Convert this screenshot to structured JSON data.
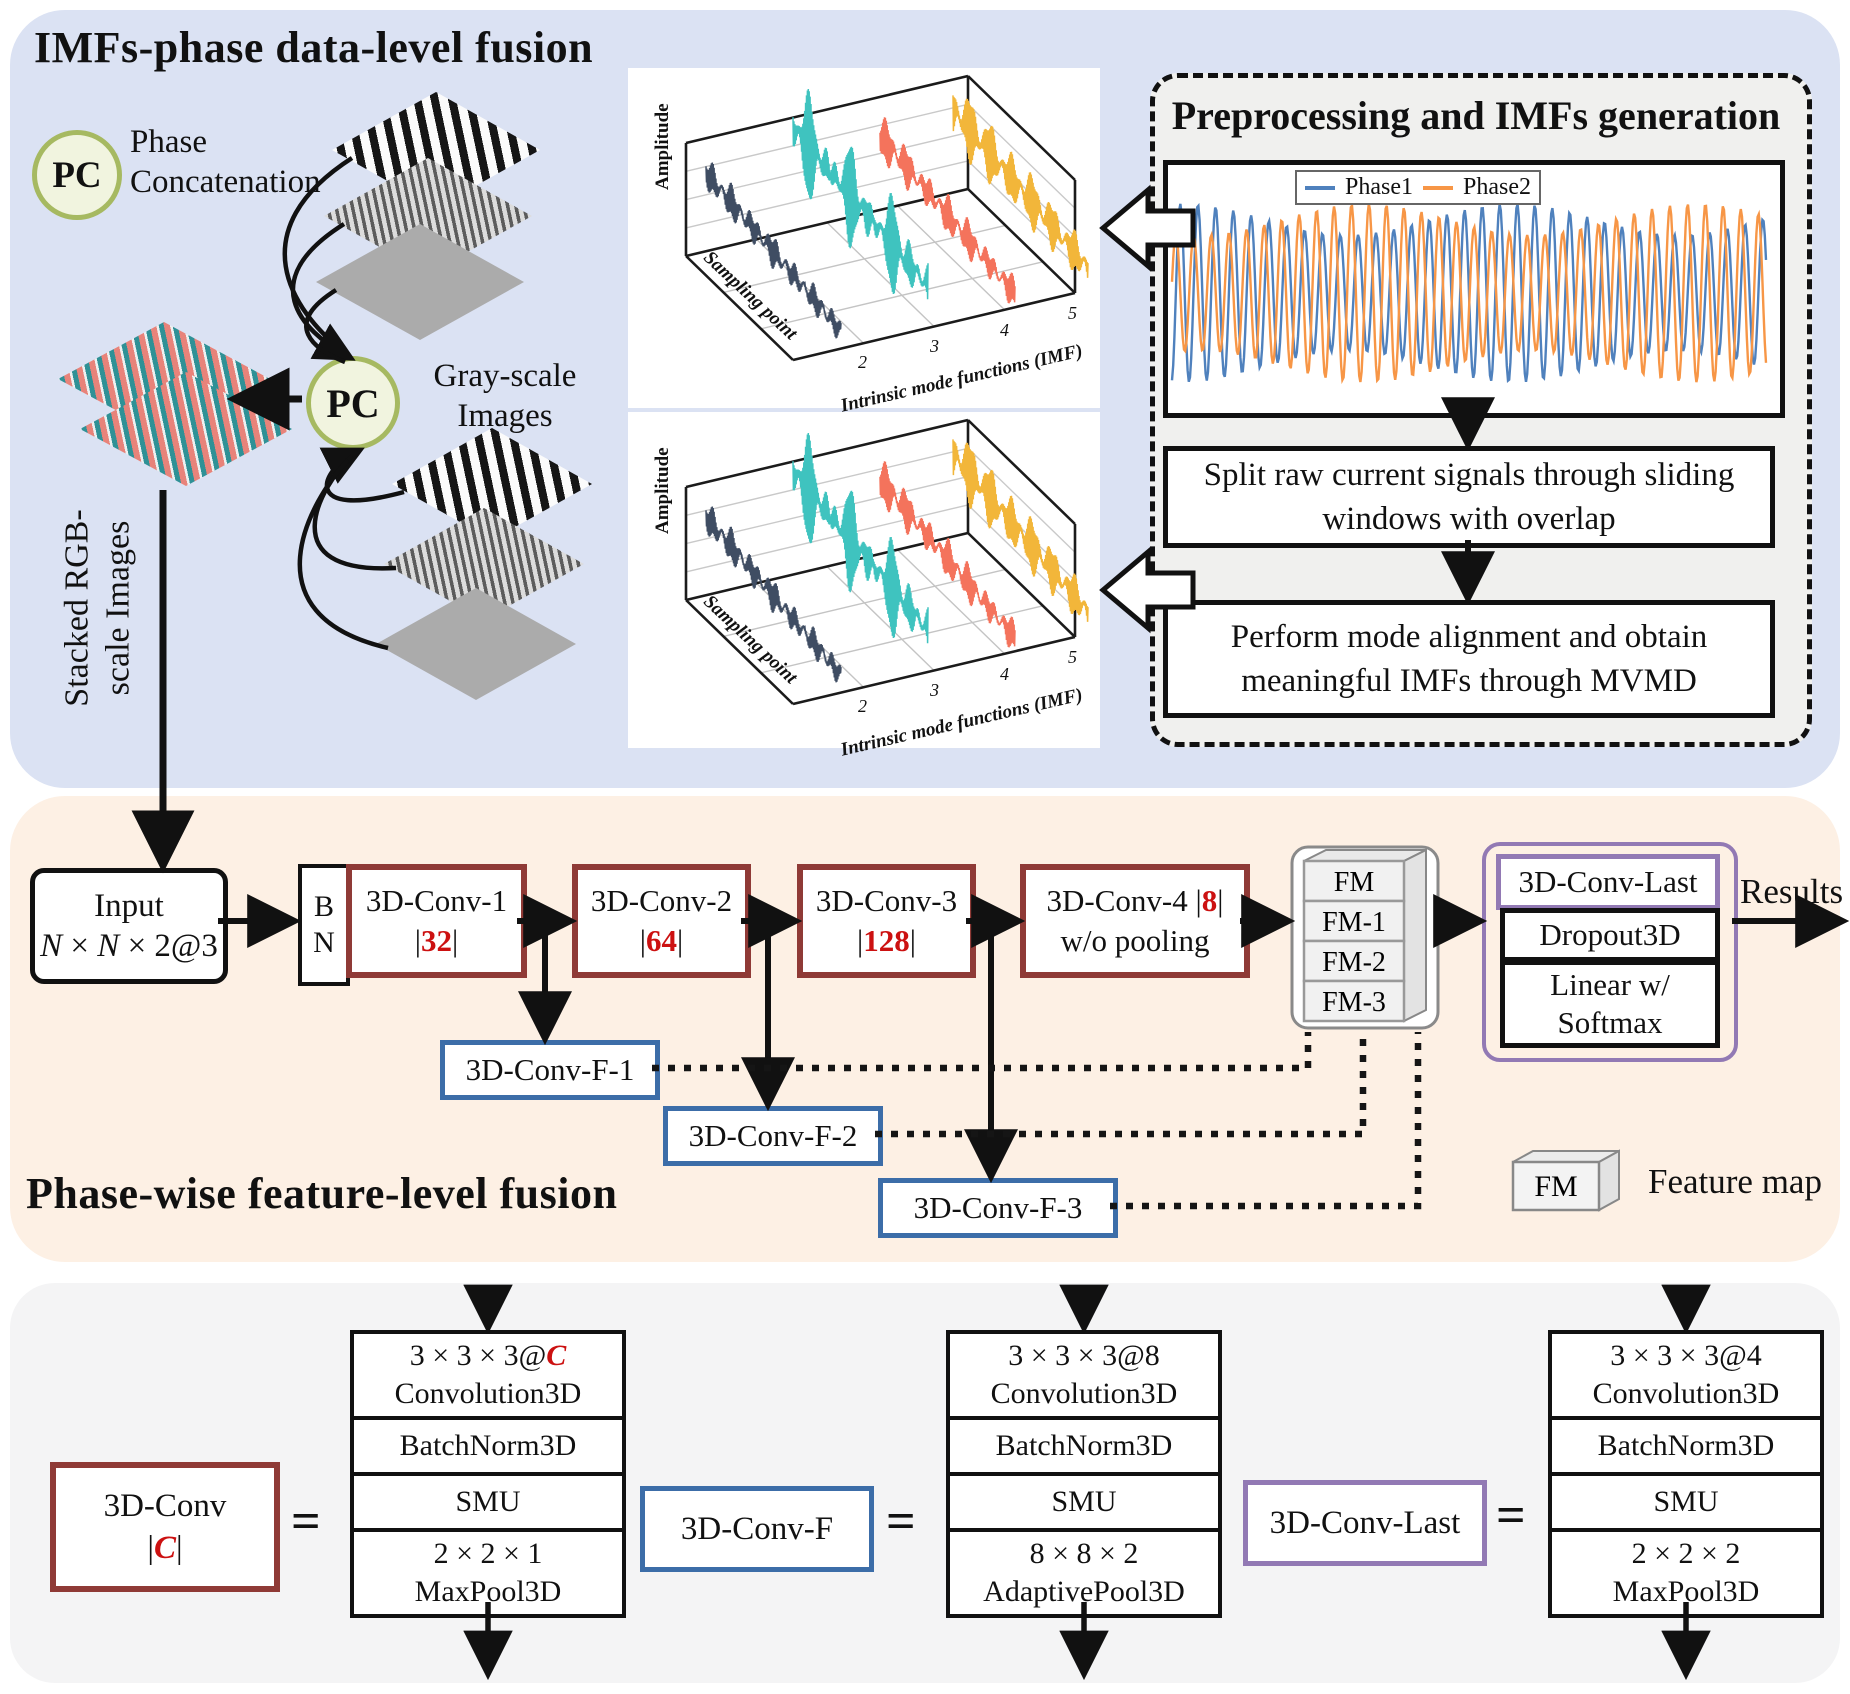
{
  "colors": {
    "panel_blue": "#dbe2f3",
    "panel_orange": "#fdf0e4",
    "panel_gray": "#f4f4f5",
    "conv_border": "#8f3a36",
    "fusion_border": "#3c6da8",
    "last_border": "#9279b4",
    "accent_red": "#cc1111",
    "pc_green": "#a6b961",
    "phase1": "#4f81bd",
    "phase2": "#f79646",
    "imf_series": [
      "#3f4d63",
      "#3fc3bf",
      "#f4735c",
      "#f2b63a"
    ]
  },
  "top": {
    "title": "IMFs-phase data-level fusion",
    "pc_legend": {
      "abbr": "PC",
      "label_lines": [
        "Phase",
        "Concatenation"
      ]
    },
    "pc_node": "PC",
    "gray_images_label": [
      "Gray-scale",
      "Images"
    ],
    "stacked_label": [
      "Stacked RGB-",
      "scale Images"
    ],
    "imf_plot": {
      "ylabel": "Amplitude",
      "xlabel": "Sampling point",
      "zlabel": "Intrinsic mode functions (IMF)",
      "ticks": [
        "2",
        "3",
        "4",
        "5"
      ]
    },
    "preprocessing": {
      "title": "Preprocessing and IMFs generation",
      "legend": [
        "Phase1",
        "Phase2"
      ],
      "step1": [
        "Split raw current signals through sliding",
        "windows with overlap"
      ],
      "step2": [
        "Perform mode alignment and obtain",
        "meaningful IMFs through MVMD"
      ]
    }
  },
  "pipeline": {
    "input_lines": [
      [
        {
          "t": "Input"
        }
      ],
      [
        {
          "t": "N",
          "i": 1
        },
        {
          "t": " × "
        },
        {
          "t": "N",
          "i": 1
        },
        {
          "t": " × 2@3"
        }
      ]
    ],
    "bn": [
      "B",
      "N"
    ],
    "convs": [
      {
        "lines": [
          [
            {
              "t": "3D-Conv-1"
            }
          ],
          [
            {
              "t": "|"
            },
            {
              "t": "32",
              "r": 1
            },
            {
              "t": "|"
            }
          ]
        ]
      },
      {
        "lines": [
          [
            {
              "t": "3D-Conv-2"
            }
          ],
          [
            {
              "t": "|"
            },
            {
              "t": "64",
              "r": 1
            },
            {
              "t": "|"
            }
          ]
        ]
      },
      {
        "lines": [
          [
            {
              "t": "3D-Conv-3"
            }
          ],
          [
            {
              "t": "|"
            },
            {
              "t": "128",
              "r": 1
            },
            {
              "t": "|"
            }
          ]
        ]
      },
      {
        "lines": [
          [
            {
              "t": "3D-Conv-4 |"
            },
            {
              "t": "8",
              "r": 1
            },
            {
              "t": "|"
            }
          ],
          [
            {
              "t": "w/o pooling"
            }
          ]
        ]
      }
    ],
    "f_boxes": [
      "3D-Conv-F-1",
      "3D-Conv-F-2",
      "3D-Conv-F-3"
    ],
    "fm": {
      "items": [
        "FM",
        "FM-1",
        "FM-2",
        "FM-3"
      ]
    },
    "last": {
      "conv_label": "3D-Conv-Last",
      "dropout": "Dropout3D",
      "linear_lines": [
        "Linear w/",
        "Softmax"
      ]
    },
    "results": "Results"
  },
  "middle": {
    "title": "Phase-wise feature-level fusion",
    "fm_legend": {
      "box": "FM",
      "label": "Feature map"
    }
  },
  "defs": [
    {
      "eq": "=",
      "label": [
        [
          {
            "t": "3D-Conv"
          }
        ],
        [
          {
            "t": "|"
          },
          {
            "t": "C",
            "r": 1,
            "i": 1
          },
          {
            "t": "|"
          }
        ]
      ],
      "rows": [
        [
          [
            {
              "t": "3 × 3 × 3@"
            },
            {
              "t": "C",
              "r": 1,
              "i": 1
            }
          ],
          [
            {
              "t": "Convolution3D"
            }
          ]
        ],
        [
          [
            {
              "t": "BatchNorm3D"
            }
          ]
        ],
        [
          [
            {
              "t": "SMU"
            }
          ]
        ],
        [
          [
            {
              "t": "2 × 2 × 1"
            }
          ],
          [
            {
              "t": "MaxPool3D"
            }
          ]
        ]
      ]
    },
    {
      "eq": "=",
      "label": [
        [
          {
            "t": "3D-Conv-F"
          }
        ]
      ],
      "rows": [
        [
          [
            {
              "t": "3 × 3 × 3@8"
            }
          ],
          [
            {
              "t": "Convolution3D"
            }
          ]
        ],
        [
          [
            {
              "t": "BatchNorm3D"
            }
          ]
        ],
        [
          [
            {
              "t": "SMU"
            }
          ]
        ],
        [
          [
            {
              "t": "8 × 8 × 2"
            }
          ],
          [
            {
              "t": "AdaptivePool3D"
            }
          ]
        ]
      ]
    },
    {
      "eq": "=",
      "label": [
        [
          {
            "t": "3D-Conv-Last"
          }
        ]
      ],
      "rows": [
        [
          [
            {
              "t": "3 × 3 × 3@4"
            }
          ],
          [
            {
              "t": "Convolution3D"
            }
          ]
        ],
        [
          [
            {
              "t": "BatchNorm3D"
            }
          ]
        ],
        [
          [
            {
              "t": "SMU"
            }
          ]
        ],
        [
          [
            {
              "t": "2 × 2 × 2"
            }
          ],
          [
            {
              "t": "MaxPool3D"
            }
          ]
        ]
      ]
    }
  ]
}
